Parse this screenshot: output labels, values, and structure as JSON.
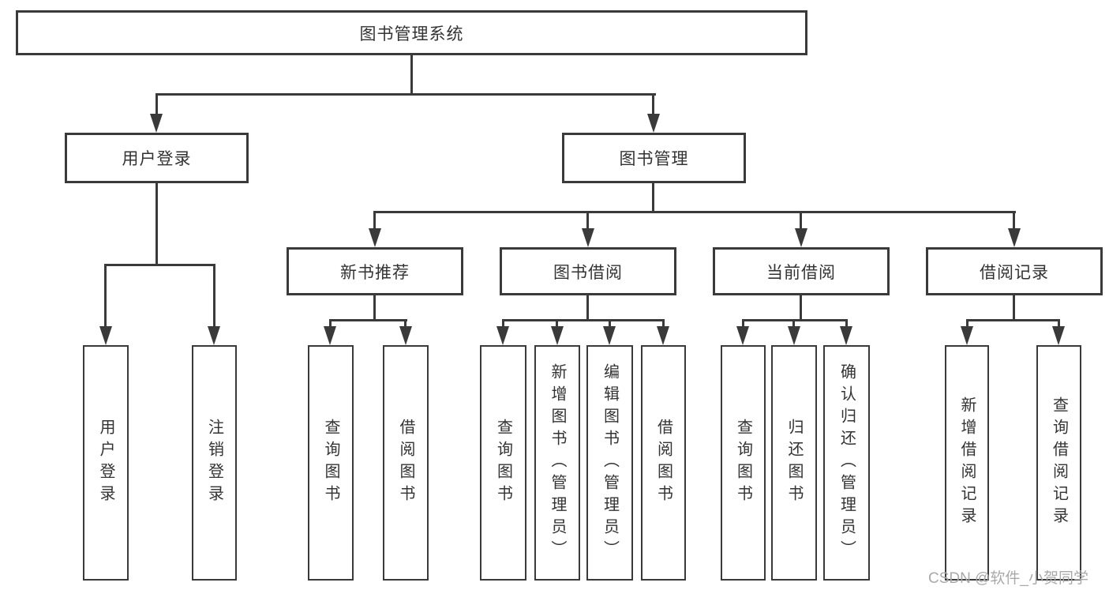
{
  "tree": {
    "root": {
      "label": "图书管理系统",
      "children": [
        {
          "label": "用户登录",
          "children": [
            {
              "label": "用户登录"
            },
            {
              "label": "注销登录"
            }
          ]
        },
        {
          "label": "图书管理",
          "children": [
            {
              "label": "新书推荐",
              "children": [
                {
                  "label": "查询图书"
                },
                {
                  "label": "借阅图书"
                }
              ]
            },
            {
              "label": "图书借阅",
              "children": [
                {
                  "label": "查询图书"
                },
                {
                  "label": "新增图书（管理员）"
                },
                {
                  "label": "编辑图书（管理员）"
                },
                {
                  "label": "借阅图书"
                }
              ]
            },
            {
              "label": "当前借阅",
              "children": [
                {
                  "label": "查询图书"
                },
                {
                  "label": "归还图书"
                },
                {
                  "label": "确认归还（管理员）"
                }
              ]
            },
            {
              "label": "借阅记录",
              "children": [
                {
                  "label": "新增借阅记录"
                },
                {
                  "label": "查询借阅记录"
                }
              ]
            }
          ]
        }
      ]
    }
  },
  "watermark": "CSDN @软件_小贺同学",
  "icons": {
    "arrowhead": "filled-triangle-down"
  },
  "colors": {
    "line": "#3a3a3a",
    "text": "#333333",
    "watermark": "#a9a9a9",
    "background": "#ffffff"
  }
}
